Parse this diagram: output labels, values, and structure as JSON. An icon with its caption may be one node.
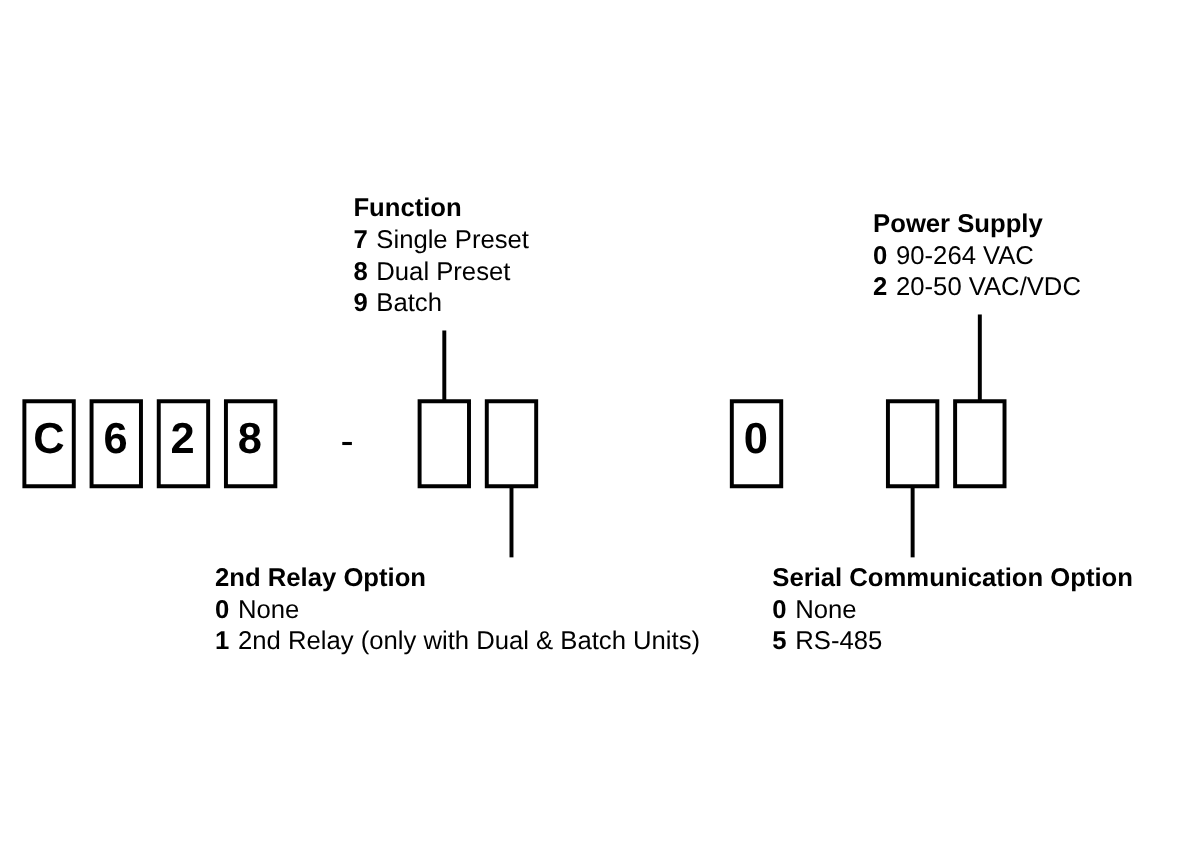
{
  "diagram": {
    "nodes": [
      {
        "text": [
          "Function",
          "**7** Single Preset",
          "**8** Dual Preset",
          "**9** Batch"
        ]
      },
      {
        "text": [
          "Power Supply",
          "**0** 90-264 VAC",
          "**2** 20-50 VAC/VDC"
        ]
      },
      {
        "text": [
          "C"
        ]
      },
      {
        "text": [
          "6"
        ]
      },
      {
        "text": [
          "2"
        ]
      },
      {
        "text": [
          "8"
        ]
      },
      {
        "text": [],
        "shape": "box"
      },
      {
        "text": [],
        "shape": "box"
      },
      {
        "text": [
          "0"
        ]
      },
      {
        "text": [],
        "shape": "box"
      },
      {
        "text": [],
        "shape": "box"
      },
      {
        "text": [
          "2nd Relay Option",
          "**0** None",
          "**1** 2nd Relay (only with Dual & Batch Units)"
        ]
      },
      {
        "text": [
          "Serial Communication Option",
          "**0** None",
          "**5** RS-485"
        ]
      }
    ],
    "edges": [
      {
        "from": 0,
        "to": 6,
        "arrow": "none"
      },
      {
        "from": 1,
        "to": 10,
        "arrow": "none"
      },
      {
        "from": 7,
        "to": 11,
        "arrow": "none"
      },
      {
        "from": 9,
        "to": 12,
        "arrow": "none"
      }
    ],
    "labels": [
      "-"
    ]
  }
}
